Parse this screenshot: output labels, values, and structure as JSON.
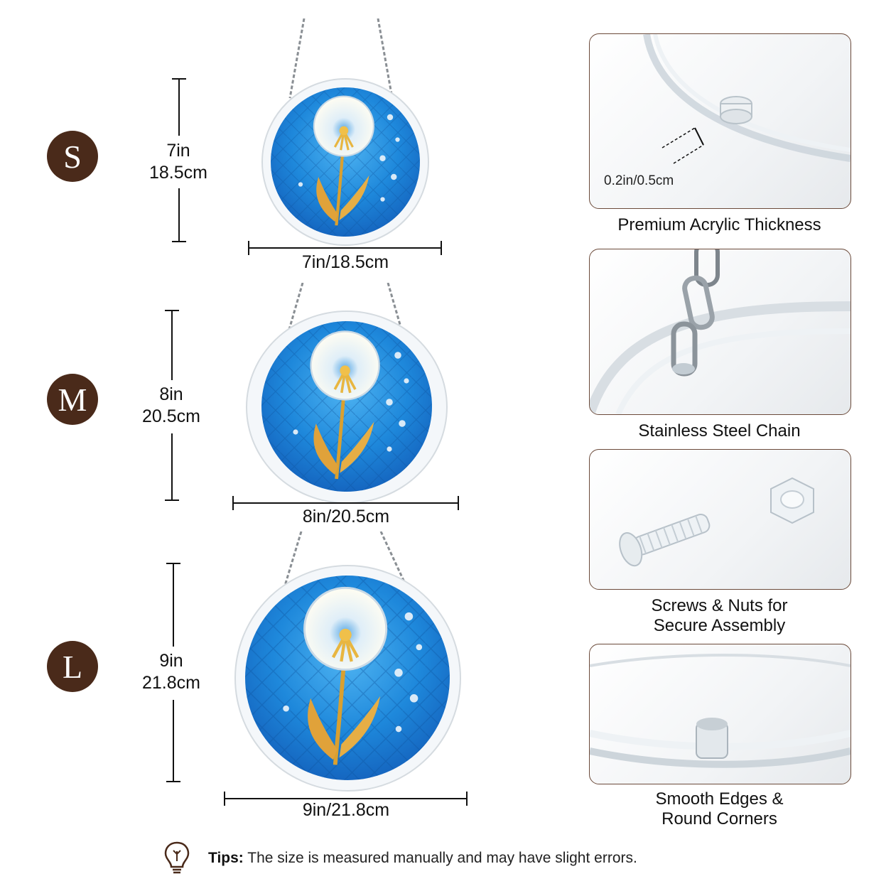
{
  "sizes": [
    {
      "badge": "S",
      "height_label": "7in",
      "height_label_cm": "18.5cm",
      "width_label": "7in/18.5cm"
    },
    {
      "badge": "M",
      "height_label": "8in",
      "height_label_cm": "20.5cm",
      "width_label": "8in/20.5cm"
    },
    {
      "badge": "L",
      "height_label": "9in",
      "height_label_cm": "21.8cm",
      "width_label": "9in/21.8cm"
    }
  ],
  "features": [
    {
      "caption": "Premium Acrylic Thickness",
      "measure": "0.2in/0.5cm"
    },
    {
      "caption": "Stainless Steel Chain"
    },
    {
      "caption_line1": "Screws & Nuts for",
      "caption_line2": "Secure Assembly"
    },
    {
      "caption_line1": "Smooth Edges &",
      "caption_line2": "Round Corners"
    }
  ],
  "tips": {
    "label": "Tips:",
    "text": " The size is measured manually and may have slight errors."
  },
  "colors": {
    "badge": "#4a2a1a",
    "panel_border": "#6b4a3a",
    "glass_blue": "#1f8fe0",
    "stem_gold": "#d9a030"
  }
}
